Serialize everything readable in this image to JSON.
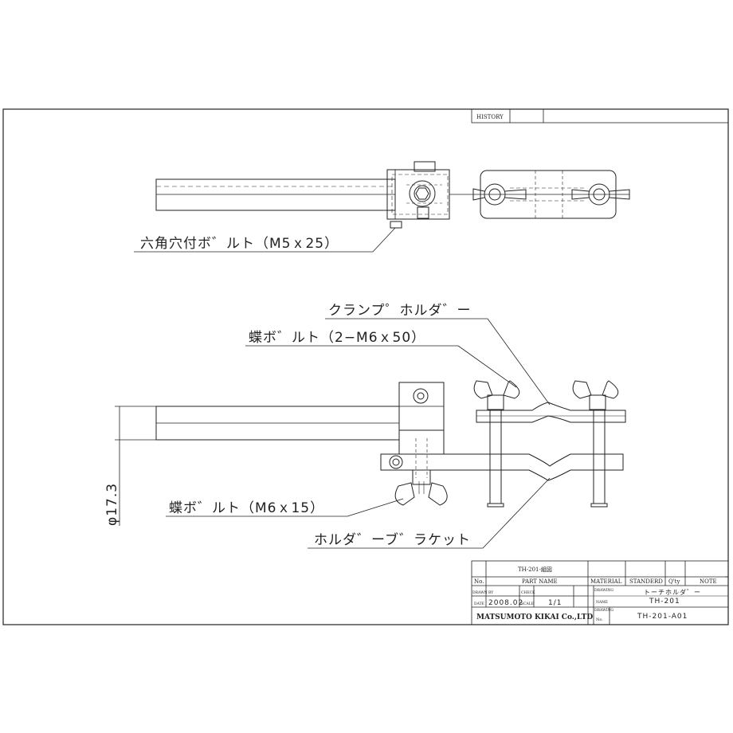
{
  "history": {
    "label": "HISTORY"
  },
  "callouts": {
    "hex_socket_bolt": "六角穴付ボ゛ルト（M5ｘ25）",
    "clamp_holder": "クランプ゜ホルダ゛ー",
    "wing_bolt_2": "蝶ボ゛ルト（2−M6ｘ50）",
    "wing_bolt_1": "蝶ボ゛ルト（M6ｘ15）",
    "holder_bracket": "ホルダ゛ーブ゛ラケット"
  },
  "dimension": {
    "diameter": "φ17.3"
  },
  "title_block": {
    "drawing_title": "TH-201-組図",
    "no_label": "No.",
    "part_name_label": "PART NAME",
    "material_label": "MATERIAL",
    "standard_label": "STANDERD",
    "qty_label": "Q'ty",
    "note_label": "NOTE",
    "drawn_label": "DRAWN BY",
    "check_label": "CHECK",
    "drawing_label": "DRAWING",
    "date_label": "DATE",
    "date_value": "2008.02",
    "scale_label": "SCALE",
    "scale_value": "1/1",
    "name_label": "NAME",
    "product_name_kana": "トーチホルダ゛ー",
    "product_code": "TH-201",
    "drawing_no_label": "No.",
    "drawing_no": "TH-201-A01",
    "company": "MATSUMOTO KIKAI Co.,LTD"
  }
}
